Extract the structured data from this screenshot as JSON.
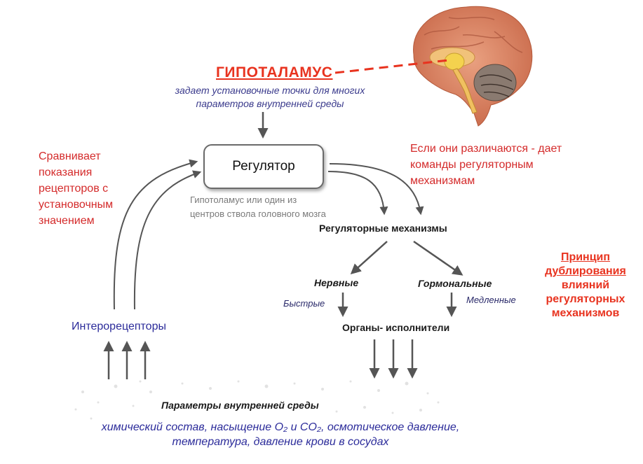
{
  "hypothalamus": {
    "title": "ГИПОТАЛАМУС",
    "subtitle_line1": "задает установочные точки для многих",
    "subtitle_line2": "параметров внутренней среды"
  },
  "compare_note": [
    "Сравнивает",
    "показания",
    "рецепторов с",
    "установочным",
    "значением"
  ],
  "differ_note": [
    "Если они различаются - дает",
    "команды регуляторным",
    "механизмам"
  ],
  "regulator": {
    "label": "Регулятор",
    "note_line1": "Гипотоламус или один из",
    "note_line2": "центров ствола головного мозга"
  },
  "mechanisms": {
    "title": "Регуляторные механизмы",
    "nervous": "Нервные",
    "hormonal": "Гормональные",
    "fast": "Быстрые",
    "slow": "Медленные"
  },
  "organs": "Органы- исполнители",
  "interoreceptors": "Интерорецепторы",
  "principle": {
    "line1": "Принцип",
    "line2": "дублирования",
    "line3": "влияний",
    "line4": "регуляторных",
    "line5": "механизмов"
  },
  "parameters": {
    "title": "Параметры внутренней среды",
    "line1": "химический состав, насыщение O₂ и CO₂,  осмотическое давление,",
    "line2": "температура, давление крови в сосудах"
  },
  "colors": {
    "accent_red": "#e8331f",
    "note_red": "#d42a2a",
    "blue_text": "#2b2b9a",
    "arrow_grey": "#555555"
  },
  "icons": [
    "brain-illustration"
  ]
}
